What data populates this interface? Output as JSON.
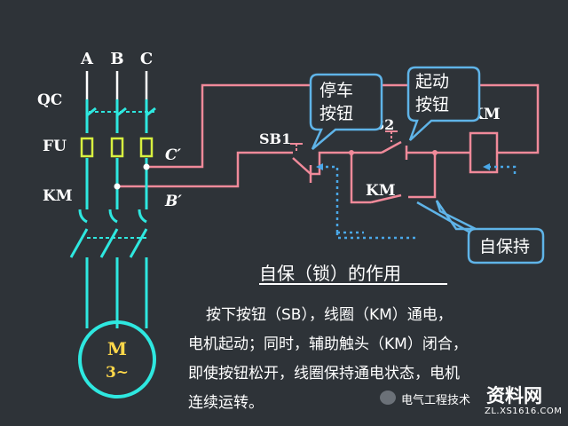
{
  "labels": {
    "phase_a": "A",
    "phase_b": "B",
    "phase_c": "C",
    "qc": "QC",
    "fu": "FU",
    "km_main": "KM",
    "c_prime": "C′",
    "b_prime": "B′",
    "sb1": "SB1",
    "sb2": "SB2",
    "km_coil": "KM",
    "km_aux": "KM",
    "motor_m": "M",
    "motor_phase": "3~"
  },
  "callouts": {
    "stop_line1": "停车",
    "stop_line2": "按钮",
    "start_line1": "起动",
    "start_line2": "按钮",
    "self_hold": "自保持"
  },
  "explanation": {
    "title": "自保（锁）的作用",
    "line1": "按下按钮（SB），线圈（KM）通电，",
    "line2": "电机起动；同时，辅助触头（KM）闭合，",
    "line3": "即使按钮松开，线圈保持通电状态，电机",
    "line4": "连续运转。"
  },
  "watermark": {
    "source": "电气工程技术",
    "brand": "资料网",
    "url": "ZL.XS1616.COM"
  },
  "colors": {
    "background": "#2e3338",
    "power_circuit": "#2ee8e0",
    "control_circuit": "#f08a9a",
    "current_path": "#4aa8e8",
    "fuse": "#d8f040",
    "callout_border": "#5fb4e8",
    "motor_text": "#ffd84a"
  }
}
